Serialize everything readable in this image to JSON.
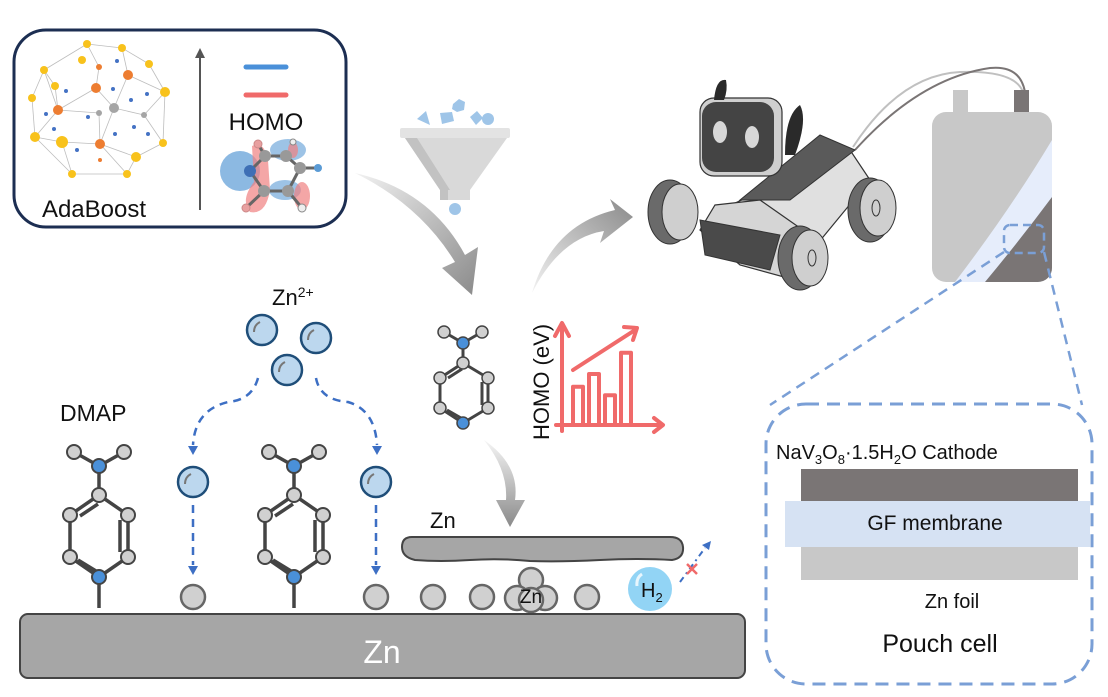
{
  "ml_panel": {
    "model_label": "AdaBoost",
    "orbital_label": "HOMO",
    "orbital_colors": {
      "upper_level": "#4a90d9",
      "lower_level": "#f06a6a",
      "positive_lobe": "#5b9bd5",
      "negative_lobe": "#f08080"
    }
  },
  "screening": {
    "funnel_icon": "funnel-icon",
    "shape_colors": "#9fc5e8"
  },
  "homo_chart_icon": {
    "axis_label": "HOMO (eV)",
    "color": "#f06a6a",
    "bar_levels": [
      0.45,
      0.6,
      0.35,
      0.85
    ]
  },
  "deposition": {
    "ion_label": "Zn",
    "ion_charge": "2+",
    "additive_label": "DMAP",
    "dendrite_label": "Zn",
    "cluster_label": "Zn",
    "gas_label": "H",
    "gas_subscript": "2",
    "substrate_label": "Zn"
  },
  "pouch_cell": {
    "cathode_label_parts": [
      "NaV",
      "3",
      "O",
      "8",
      "·1.5H",
      "2",
      "O Cathode"
    ],
    "separator_label": "GF membrane",
    "anode_label": "Zn foil",
    "title": "Pouch cell",
    "colors": {
      "cathode": "#7a7575",
      "separator": "#d6e2f3",
      "anode": "#c8c8c8",
      "callout": "#7a9fd6"
    }
  }
}
